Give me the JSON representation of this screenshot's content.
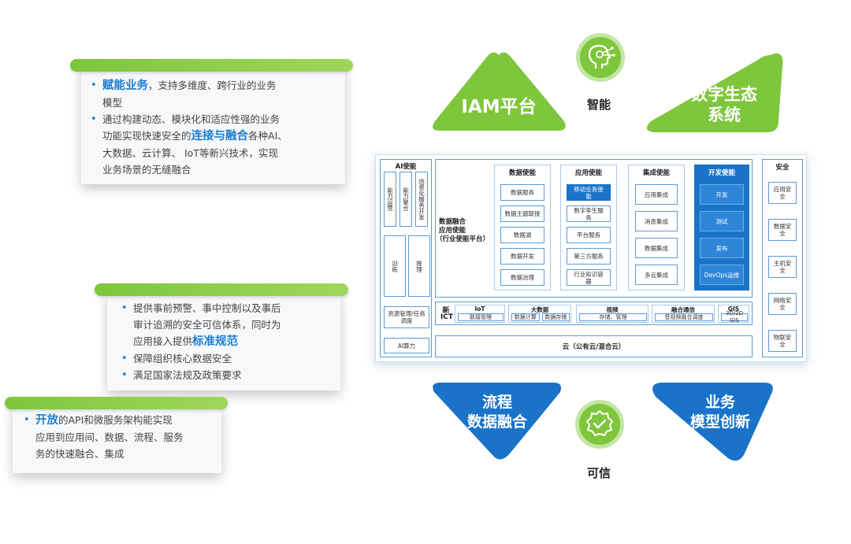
{
  "cards": {
    "card1": {
      "item1": {
        "highlight": "赋能业务",
        "rest_line1": "，支持多维度、跨行业的业务",
        "line2": "模型"
      },
      "item2": {
        "line1": "通过构建动态、模块化和适应性强的业务",
        "line2_pre": "功能实现快速安全的",
        "highlight": "连接与融合",
        "line2_post": "各种AI、",
        "line3": "大数据、云计算、 IoT等新兴技术，实现",
        "line4": "业务场景的无缝融合"
      }
    },
    "card2": {
      "item1": {
        "line1": "提供事前预警、事中控制以及事后",
        "line2": "审计追溯的安全可信体系，同时为",
        "line3_pre": "应用接入提供",
        "highlight": "标准规范"
      },
      "item2": "保障组织核心数据安全",
      "item3": "满足国家法规及政策要求"
    },
    "card3": {
      "item1": {
        "highlight": "开放",
        "rest_line1": "的API和微服务架构能实现",
        "line2": "应用到应用间、数据、流程、服务",
        "line3": "务的快速融合、集成"
      }
    }
  },
  "triangles": {
    "iam": "IAM平台",
    "ecosystem_l1": "数字生态",
    "ecosystem_l2": "系统",
    "flow_l1": "流程",
    "flow_l2": "数据融合",
    "business_l1": "业务",
    "business_l2": "模型创新"
  },
  "labels": {
    "smart": "智能",
    "trusted": "可信"
  },
  "colors": {
    "blue": "#1a73c8",
    "green": "#7ec63c",
    "light_blue": "#5b9ad5"
  },
  "icons": {
    "top": "ai-head-icon",
    "bottom": "shield-check-icon"
  },
  "diagram": {
    "ai": {
      "title": "AI使能",
      "box1": "能力运营",
      "box2": "能力聚合",
      "box3": "场景化服务开发",
      "train": "训练",
      "infer": "推理",
      "resource": "资源管理/任务调度",
      "compute": "AI算力"
    },
    "center_l1": "数据融合",
    "center_l2": "应用使能",
    "center_l3": "（行业使能平台）",
    "data": {
      "title": "数据使能",
      "items": [
        "数据服务",
        "数据主题联接",
        "数据湖",
        "数据开发",
        "数据治理"
      ]
    },
    "app": {
      "title": "应用使能",
      "items": [
        "移动业务使能",
        "数字孪生服务",
        "平台服务",
        "第三方服务",
        "行业知识容器"
      ]
    },
    "integ": {
      "title": "集成使能",
      "items": [
        "应用集成",
        "消息集成",
        "数据集成",
        "多云集成"
      ]
    },
    "dev": {
      "title": "开发使能",
      "items": [
        "开发",
        "测试",
        "发布",
        "DevOps运维"
      ]
    },
    "security": {
      "title": "安全",
      "items": [
        "应用安全",
        "数据安全",
        "主机安全",
        "网络安全",
        "物联安全"
      ]
    },
    "ict": {
      "label_l1": "新",
      "label_l2": "ICT",
      "groups": [
        {
          "title": "IoT",
          "items": [
            "联接管理"
          ]
        },
        {
          "title": "大数据",
          "items": [
            "数据计算",
            "数据存储"
          ]
        },
        {
          "title": "视频",
          "items": [
            "存储、管理"
          ]
        },
        {
          "title": "融合通信",
          "items": [
            "音视频融合调度"
          ]
        },
        {
          "title": "GIS",
          "items": [
            "3D/2D GIS"
          ]
        }
      ]
    },
    "cloud": "云（公有云/混合云）"
  }
}
